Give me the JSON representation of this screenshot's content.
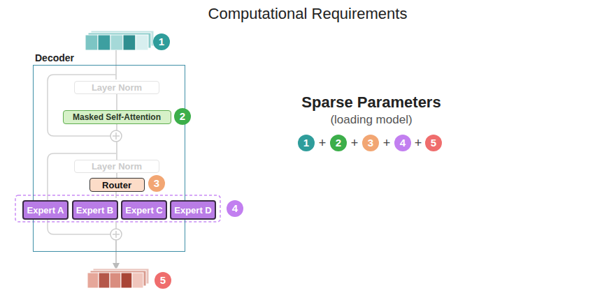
{
  "diagram": {
    "title": "Computational Requirements",
    "nodes": [
      {
        "text": [
          "Decoder"
        ]
      },
      {
        "text": [
          "Layer Norm"
        ],
        "in": 0
      },
      {
        "text": [
          "Masked Self-Attention"
        ],
        "in": 0
      },
      {
        "text": [
          "Layer Norm"
        ],
        "in": 0
      },
      {
        "text": [
          "Router"
        ],
        "in": 0
      },
      {
        "text": [
          "Expert A"
        ],
        "in": 0
      },
      {
        "text": [
          "Expert B"
        ],
        "in": 0
      },
      {
        "text": [
          "Expert C"
        ],
        "in": 0
      },
      {
        "text": [
          "Expert D"
        ],
        "in": 0
      }
    ],
    "edges": [
      {
        "from": 1,
        "to": 2,
        "arrow": "none"
      },
      {
        "from": 2,
        "to": 3,
        "arrow": "none"
      },
      {
        "from": 3,
        "to": 4,
        "arrow": "none"
      }
    ],
    "labels": [
      "1",
      "2",
      "3",
      "4",
      "5",
      "Sparse Parameters",
      "(loading model)",
      "1",
      "+",
      "2",
      "+",
      "3",
      "+",
      "4",
      "+",
      "5"
    ]
  }
}
